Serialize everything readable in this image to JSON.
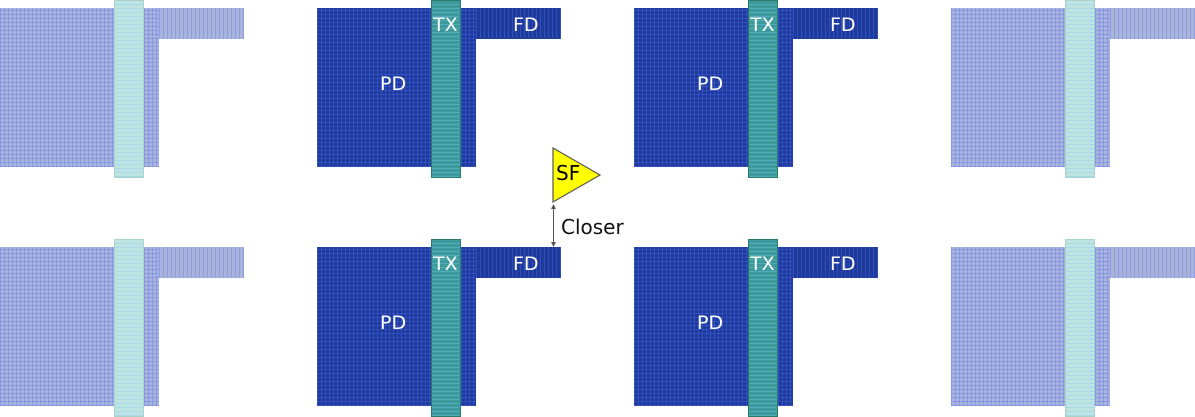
{
  "labels": {
    "pd": "PD",
    "tx": "TX",
    "fd": "FD"
  },
  "source_follower": {
    "label": "SF",
    "color": "#ffff00"
  },
  "annotation": {
    "closer": "Closer"
  },
  "colors": {
    "active": "#1e3a9a",
    "transfer_gate": "#3d9a9a",
    "inactive": "#a9b4d8"
  }
}
